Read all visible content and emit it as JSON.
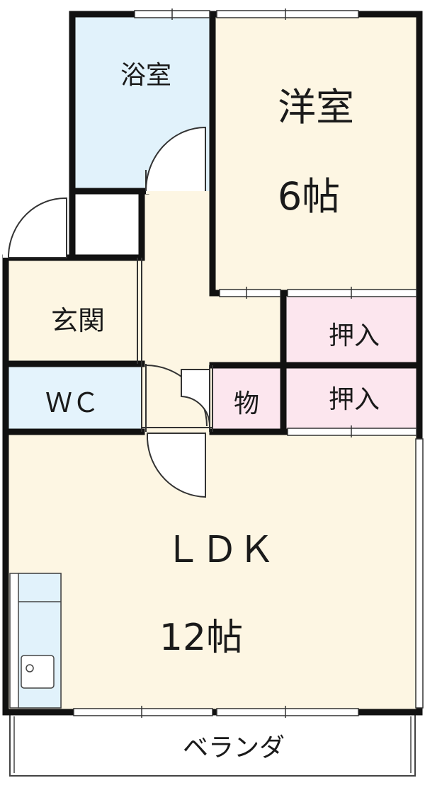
{
  "rooms": {
    "bath": {
      "name": "浴室"
    },
    "western": {
      "name": "洋室",
      "size": "6帖"
    },
    "entrance": {
      "name": "玄関"
    },
    "closet_upper": {
      "name": "押入"
    },
    "closet_lower": {
      "name": "押入"
    },
    "wc": {
      "name": "ＷＣ"
    },
    "storage": {
      "name": "物"
    },
    "ldk": {
      "name": "ＬＤＫ",
      "size": "12帖"
    },
    "veranda": {
      "name": "ベランダ"
    }
  },
  "colors": {
    "wall": "#111111",
    "bath_fill": "#e1f2fb",
    "wet_fill": "#e4f3fc",
    "living_fill": "#fdf6e3",
    "closet_fill": "#fce6ee",
    "veranda_fill": "#ffffff",
    "fixture_fill": "#e1f2fb"
  }
}
